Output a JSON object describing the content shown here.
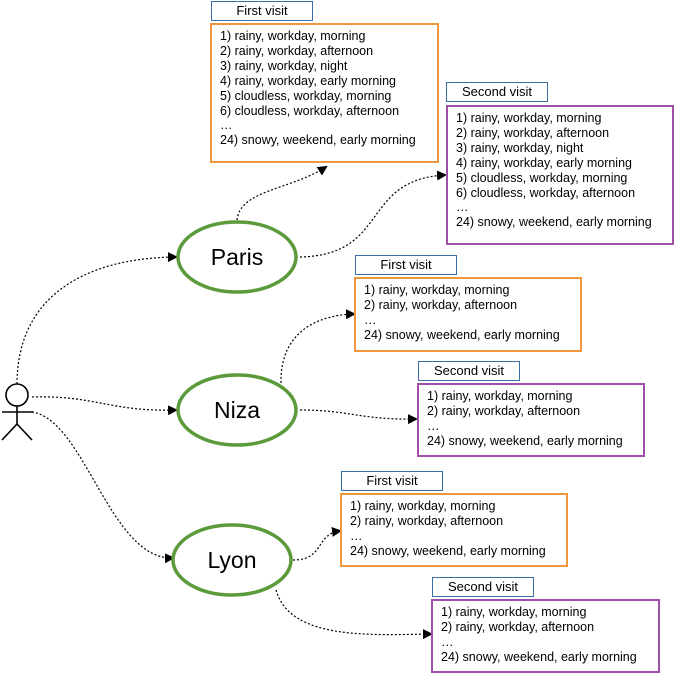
{
  "colors": {
    "first_visit_border": "#f0963c",
    "second_visit_border": "#a04fa8",
    "city_ellipse": "#5b9a3a",
    "header_border": "#3a6ea5",
    "arrow": "#000000"
  },
  "icons": {
    "user": "stick-figure-icon"
  },
  "cities": {
    "paris": {
      "name": "Paris",
      "first": {
        "header": "First visit",
        "lines": [
          "1) rainy, workday, morning",
          "2) rainy, workday, afternoon",
          "3) rainy, workday, night",
          "4) rainy, workday, early morning",
          "5) cloudless, workday, morning",
          "6) cloudless, workday, afternoon",
          "…",
          "24) snowy, weekend, early morning"
        ]
      },
      "second": {
        "header": "Second visit",
        "lines": [
          "1) rainy, workday, morning",
          "2) rainy, workday, afternoon",
          "3) rainy, workday, night",
          "4) rainy, workday, early morning",
          "5) cloudless, workday, morning",
          "6) cloudless, workday, afternoon",
          "…",
          "24) snowy, weekend, early morning"
        ]
      }
    },
    "niza": {
      "name": "Niza",
      "first": {
        "header": "First visit",
        "lines": [
          "1) rainy, workday, morning",
          "2) rainy, workday, afternoon",
          "…",
          "24) snowy, weekend, early morning"
        ]
      },
      "second": {
        "header": "Second visit",
        "lines": [
          "1) rainy, workday, morning",
          "2) rainy, workday, afternoon",
          "…",
          "24) snowy, weekend, early morning"
        ]
      }
    },
    "lyon": {
      "name": "Lyon",
      "first": {
        "header": "First visit",
        "lines": [
          "1) rainy, workday, morning",
          "2) rainy, workday, afternoon",
          "…",
          "24) snowy, weekend, early morning"
        ]
      },
      "second": {
        "header": "Second visit",
        "lines": [
          "1) rainy, workday, morning",
          "2) rainy, workday, afternoon",
          "…",
          "24) snowy, weekend, early morning"
        ]
      }
    }
  }
}
